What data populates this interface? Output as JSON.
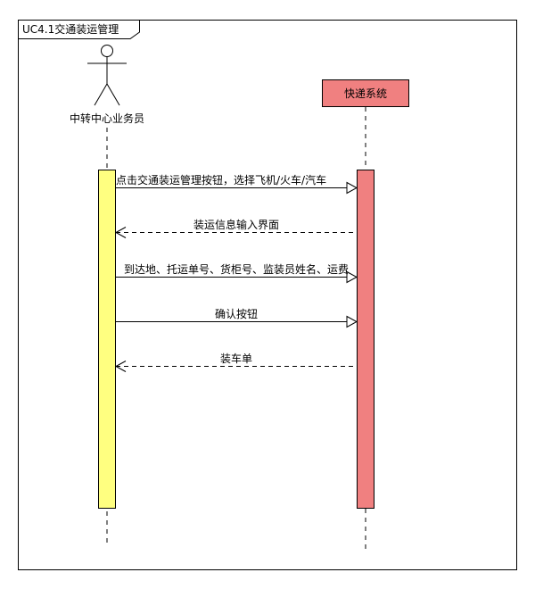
{
  "frame": {
    "title": "UC4.1交通装运管理"
  },
  "actor": {
    "name": "中转中心业务员"
  },
  "system": {
    "name": "快递系统"
  },
  "messages": [
    {
      "label": "点击交通装运管理按钮，选择飞机/火车/汽车",
      "kind": "call"
    },
    {
      "label": "装运信息输入界面",
      "kind": "return"
    },
    {
      "label": "到达地、托运单号、货柜号、监装员姓名、运费",
      "kind": "call"
    },
    {
      "label": "确认按钮",
      "kind": "call"
    },
    {
      "label": "装车单",
      "kind": "return"
    }
  ],
  "colors": {
    "actor_activation": "#ffff80",
    "system_fill": "#f08080",
    "line": "#000000"
  }
}
